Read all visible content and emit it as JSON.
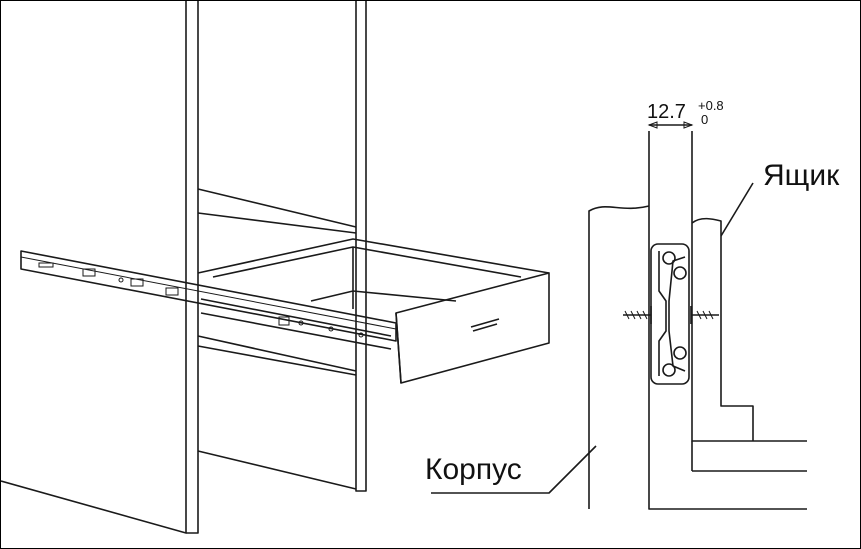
{
  "dimension": {
    "value": "12.7",
    "tol_upper": "+0.8",
    "tol_lower": "0"
  },
  "labels": {
    "drawer": "Ящик",
    "cabinet_body": "Корпус"
  }
}
